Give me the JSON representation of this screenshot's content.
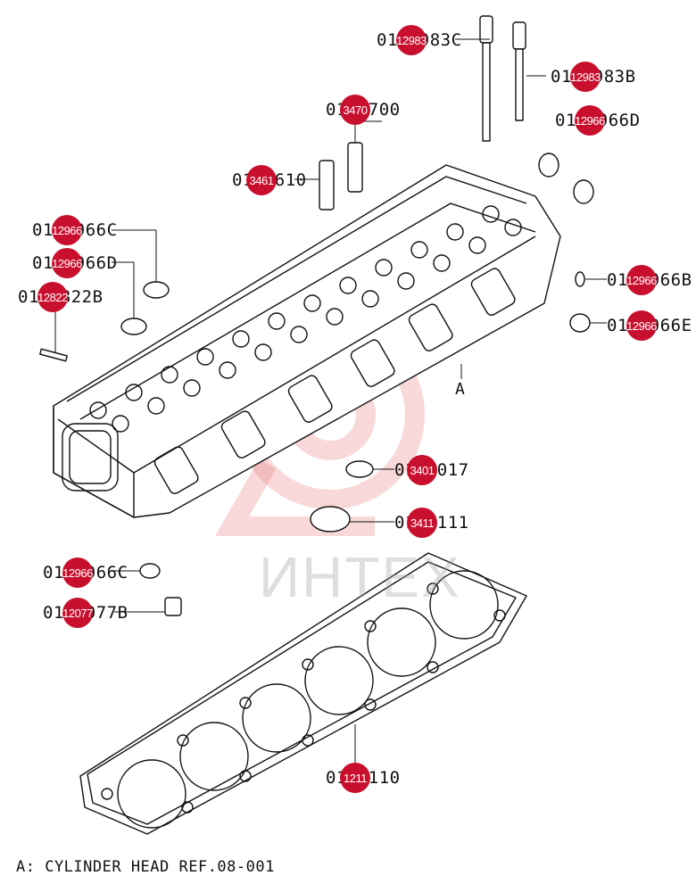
{
  "callouts": [
    {
      "id": "head-bolt-long",
      "code": "0112983C",
      "badge": "12983"
    },
    {
      "id": "head-bolt-short",
      "code": "0112983B",
      "badge": "12983"
    },
    {
      "id": "washer-right-top",
      "code": "0112966D",
      "badge": "12966"
    },
    {
      "id": "pipe-upper",
      "code": "0134700",
      "badge": "3470"
    },
    {
      "id": "pipe-lower",
      "code": "0134610",
      "badge": "3461"
    },
    {
      "id": "washer-left-upper",
      "code": "0112966C",
      "badge": "12966"
    },
    {
      "id": "washer-left-lower",
      "code": "0112966D",
      "badge": "12966"
    },
    {
      "id": "stud-left",
      "code": "0112822B",
      "badge": "12822"
    },
    {
      "id": "plug-right",
      "code": "0112966B",
      "badge": "12966"
    },
    {
      "id": "washer-right-lower",
      "code": "0112966E",
      "badge": "12966"
    },
    {
      "id": "seal-small",
      "code": "0134017",
      "badge": "3401"
    },
    {
      "id": "seal-large",
      "code": "0134111",
      "badge": "3411"
    },
    {
      "id": "washer-bottom",
      "code": "0112966C",
      "badge": "12966"
    },
    {
      "id": "bolt-bottom",
      "code": "0112077B",
      "badge": "12077"
    },
    {
      "id": "head-gasket",
      "code": "0112110",
      "badge": "1211"
    }
  ],
  "reference_letter": "A",
  "footer_note": "A: CYLINDER HEAD REF.08-001",
  "watermark": "ИНТЕХ",
  "colors": {
    "badge": "#c8102e",
    "line": "#111111",
    "watermark": "#e57373"
  }
}
